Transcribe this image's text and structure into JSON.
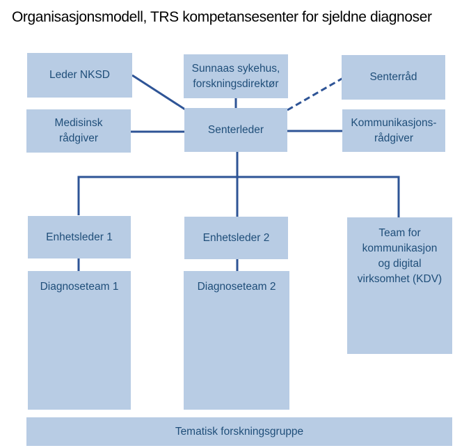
{
  "title": "Organisasjonsmodell, TRS kompetansesenter for sjeldne diagnoser",
  "colors": {
    "box_fill": "#b8cce4",
    "box_text": "#1f4e79",
    "line": "#2e5496",
    "title_text": "#000000",
    "page_bg": "#ffffff"
  },
  "nodes": {
    "leder_nksd": {
      "label": "Leder NKSD"
    },
    "sunnaas": {
      "label": "Sunnaas sykehus,\nforskningsdirektør"
    },
    "senterrad": {
      "label": "Senterråd"
    },
    "medisinsk_radgiver": {
      "label": "Medisinsk\nrådgiver"
    },
    "senterleder": {
      "label": "Senterleder"
    },
    "kommunikasjons_radgiver": {
      "label": "Kommunikasjons-\nrådgiver"
    },
    "enhetsleder_1": {
      "label": "Enhetsleder 1"
    },
    "enhetsleder_2": {
      "label": "Enhetsleder 2"
    },
    "kdv": {
      "label": "Team for\nkommunikasjon\nog digital\nvirksomhet (KDV)"
    },
    "diagnoseteam_1": {
      "label": "Diagnoseteam 1"
    },
    "diagnoseteam_2": {
      "label": "Diagnoseteam 2"
    },
    "tematisk_forskningsgruppe": {
      "label": "Tematisk forskningsgruppe"
    }
  },
  "edges": [
    {
      "from": "leder_nksd",
      "to": "senterleder",
      "style": "solid"
    },
    {
      "from": "sunnaas",
      "to": "senterleder",
      "style": "solid"
    },
    {
      "from": "senterleder",
      "to": "senterrad",
      "style": "dashed"
    },
    {
      "from": "medisinsk_radgiver",
      "to": "senterleder",
      "style": "solid"
    },
    {
      "from": "senterleder",
      "to": "kommunikasjons_radgiver",
      "style": "solid"
    },
    {
      "from": "senterleder",
      "to": "enhetsleder_1",
      "style": "solid"
    },
    {
      "from": "senterleder",
      "to": "enhetsleder_2",
      "style": "solid"
    },
    {
      "from": "senterleder",
      "to": "kdv",
      "style": "solid"
    },
    {
      "from": "enhetsleder_1",
      "to": "diagnoseteam_1",
      "style": "solid"
    },
    {
      "from": "enhetsleder_2",
      "to": "diagnoseteam_2",
      "style": "solid"
    }
  ]
}
